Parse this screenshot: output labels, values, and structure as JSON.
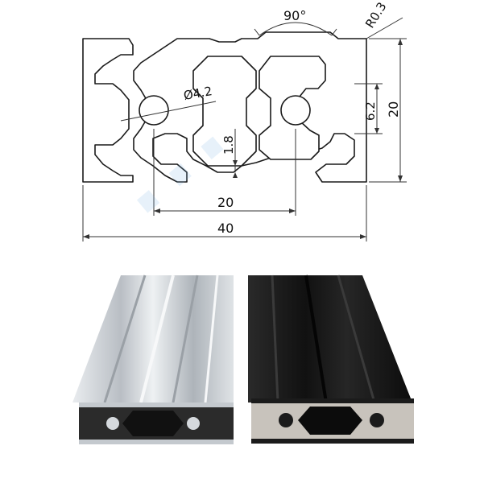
{
  "drawing": {
    "dimensions": {
      "angle": "90°",
      "radius": "R0.3",
      "hole_diameter": "Ø4.2",
      "height": "20",
      "slot_depth": "1.8",
      "slot_width": "6.2",
      "hole_spacing": "20",
      "width": "40"
    }
  },
  "photos": {
    "silver_profile": {
      "color": "#c9ced3"
    },
    "black_profile": {
      "color": "#1b1b1b"
    }
  },
  "watermark_color": "#9fc8ec"
}
